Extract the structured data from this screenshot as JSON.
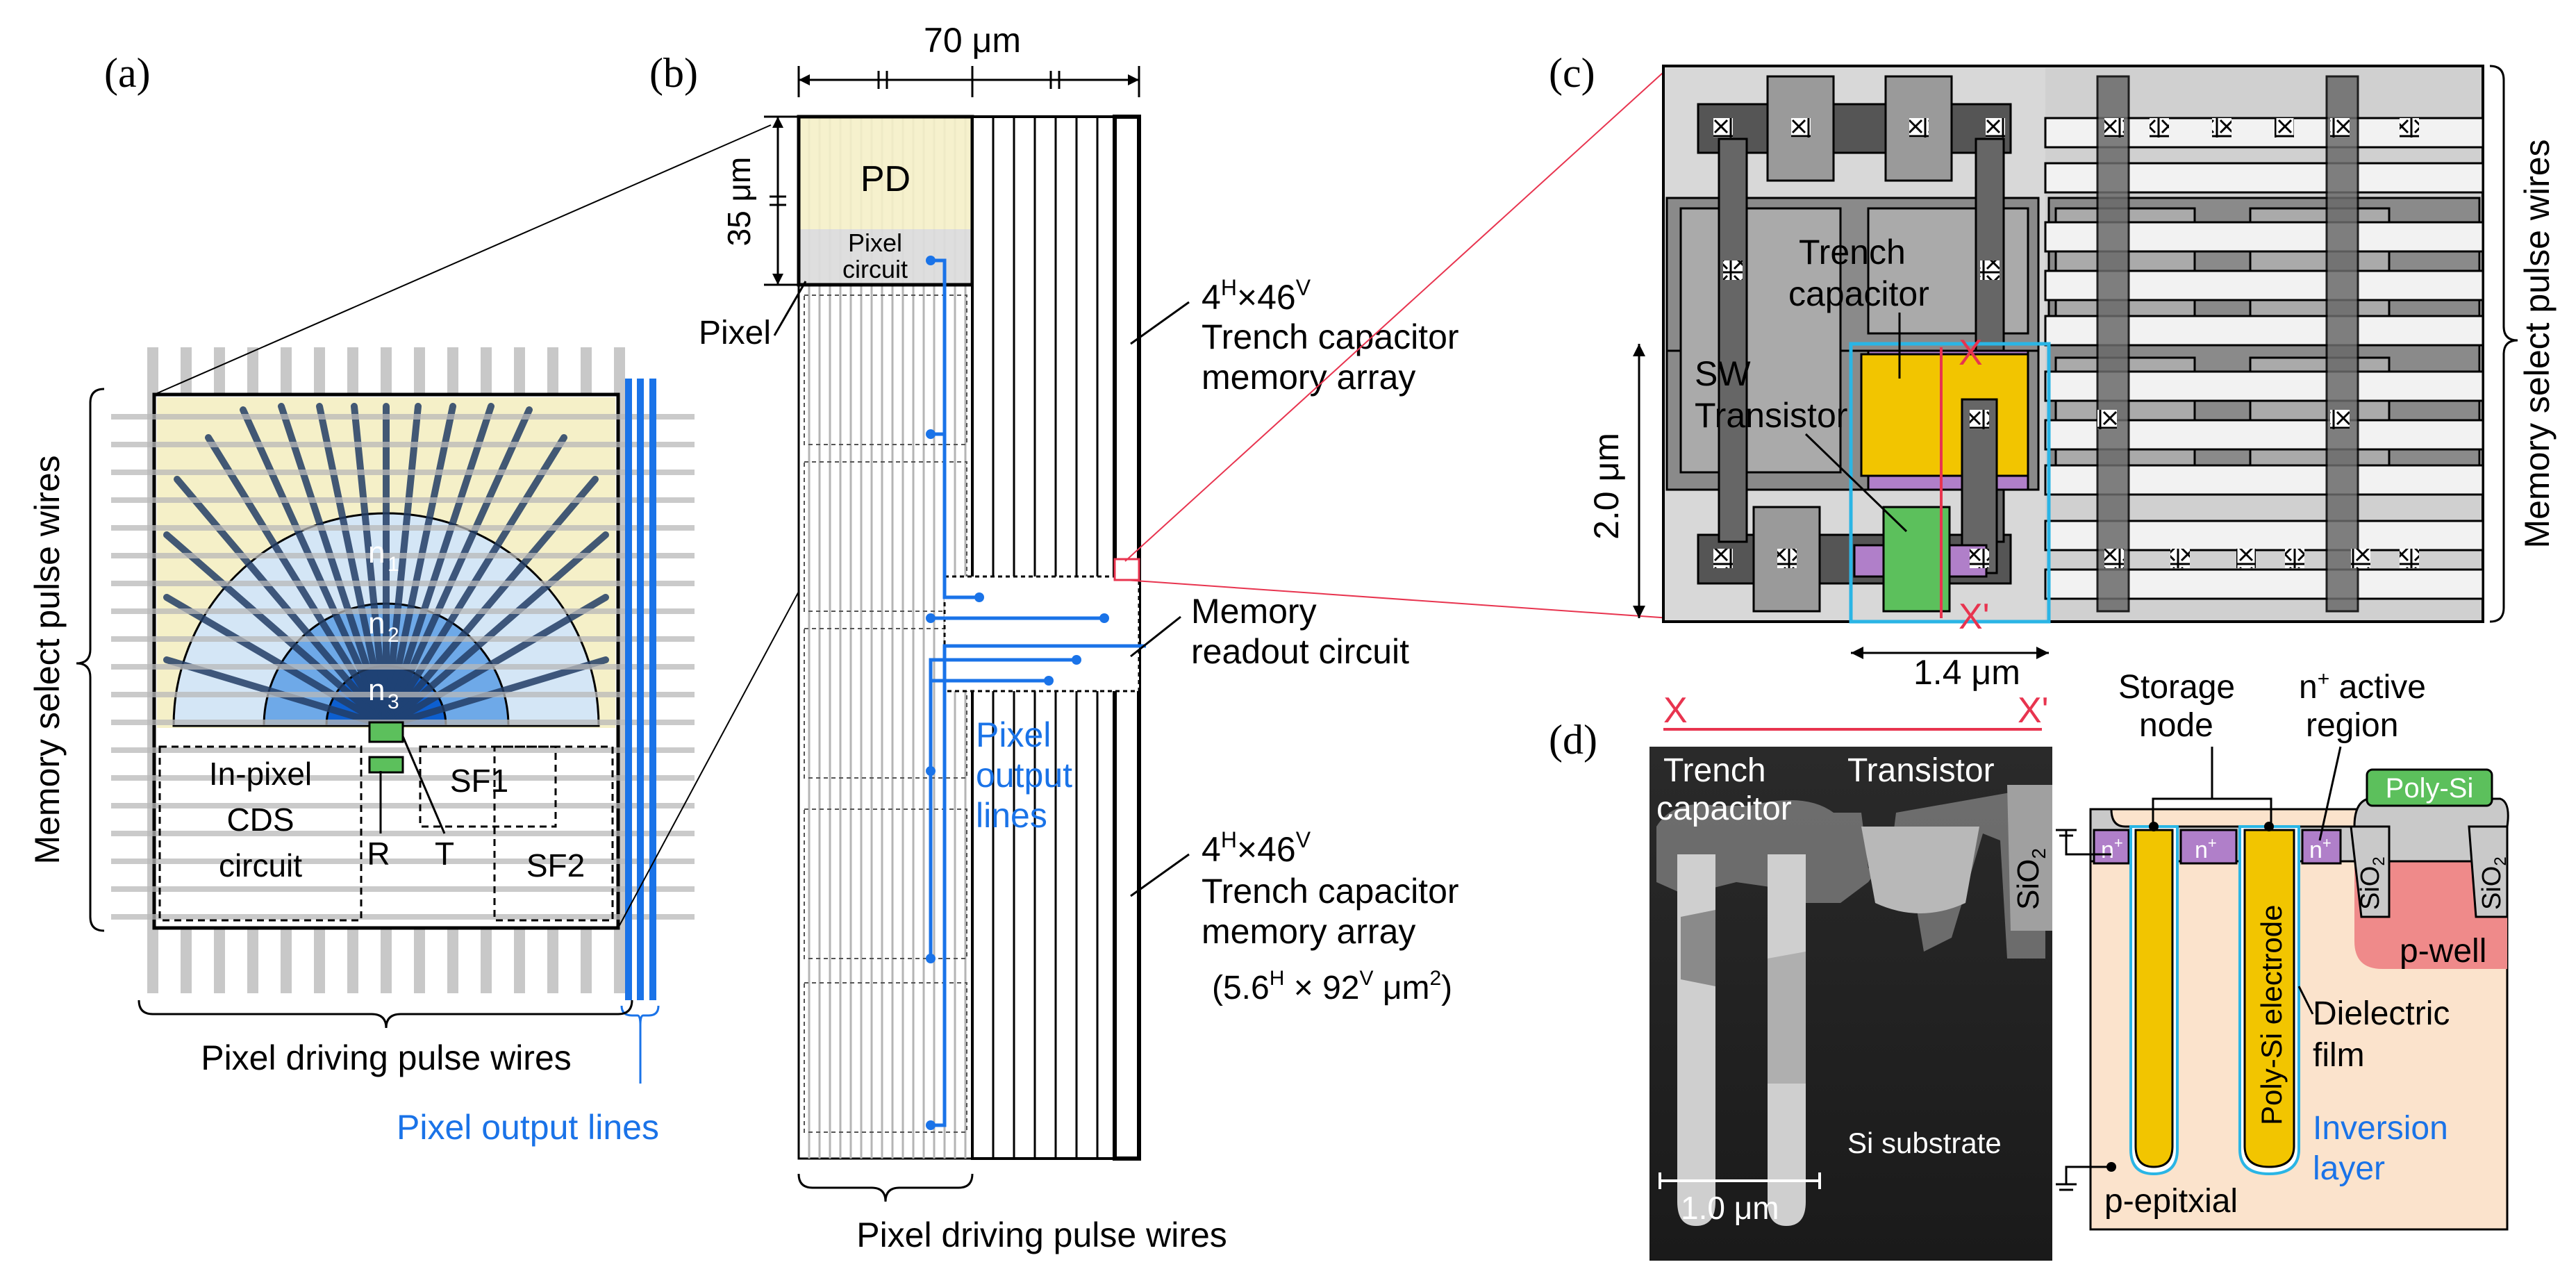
{
  "panels": {
    "a": "(a)",
    "b": "(b)",
    "c": "(c)",
    "d": "(d)"
  },
  "panel_a": {
    "n1": "n",
    "n1_sub": "1",
    "n2": "n",
    "n2_sub": "2",
    "n3": "n",
    "n3_sub": "3",
    "cds_line1": "In-pixel",
    "cds_line2": "CDS",
    "cds_line3": "circuit",
    "sf1": "SF1",
    "sf2": "SF2",
    "r": "R",
    "t": "T",
    "driving_wires": "Pixel driving pulse wires",
    "output_lines": "Pixel output lines",
    "memory_select": "Memory select pulse wires"
  },
  "panel_b": {
    "width": "70 μm",
    "height": "35 μm",
    "pd": "PD",
    "pixel_circuit_1": "Pixel",
    "pixel_circuit_2": "circuit",
    "pixel": "Pixel",
    "array_top_1a": "4",
    "array_top_1sup": "H",
    "array_top_1b": "×46",
    "array_top_1sup2": "V",
    "array_top_2": "Trench capacitor",
    "array_top_3": "memory array",
    "readout_1": "Memory",
    "readout_2": "readout circuit",
    "pixel_out_1": "Pixel",
    "pixel_out_2": "output",
    "pixel_out_3": "lines",
    "array_bot_1a": "4",
    "array_bot_1sup": "H",
    "array_bot_1b": "×46",
    "array_bot_1sup2": "V",
    "array_bot_2": "Trench capacitor",
    "array_bot_3": "memory array",
    "array_size_a": "(5.6",
    "array_size_sup": "H",
    "array_size_b": " × 92",
    "array_size_sup2": "V",
    "array_size_c": " μm",
    "array_size_sup3": "2",
    "array_size_d": ")",
    "driving_wires": "Pixel driving pulse wires"
  },
  "panel_c": {
    "trench_1": "Trench",
    "trench_2": "capacitor",
    "sw_1": "SW",
    "sw_2": "Transistor",
    "x": "X",
    "x_prime": "X'",
    "dim_v": "2.0 μm",
    "dim_h": "1.4 μm",
    "memory_select": "Memory select pulse wires"
  },
  "panel_d": {
    "x": "X",
    "x_prime": "X'",
    "trench_1": "Trench",
    "trench_2": "capacitor",
    "transistor": "Transistor",
    "sio2": "SiO",
    "sio2_sub": "2",
    "si_substrate": "Si substrate",
    "scale": "1.0 μm",
    "storage_1": "Storage",
    "storage_2": "node",
    "active_1a": "n",
    "active_1sup": "+",
    "active_1b": " active",
    "active_2": "region",
    "poly_si": "Poly-Si",
    "nplus": "n",
    "nplus_sup": "+",
    "electrode": "Poly-Si electrode",
    "pwell": "p-well",
    "dielectric_1": "Dielectric",
    "dielectric_2": "film",
    "inversion_1": "Inversion",
    "inversion_2": "layer",
    "pepi": "p-epitxial"
  },
  "colors": {
    "blue_lines": "#1a73e8",
    "pd_yellow": "#f5f0c8",
    "trench_yellow": "#f2c500",
    "transistor_green": "#5cc05c",
    "nplus_purple": "#b07fc9",
    "pwell_red": "#ef8a8a",
    "substrate_beige": "#fbe3cc",
    "cross_red": "#e8344f",
    "cyan": "#2ab5e5"
  }
}
